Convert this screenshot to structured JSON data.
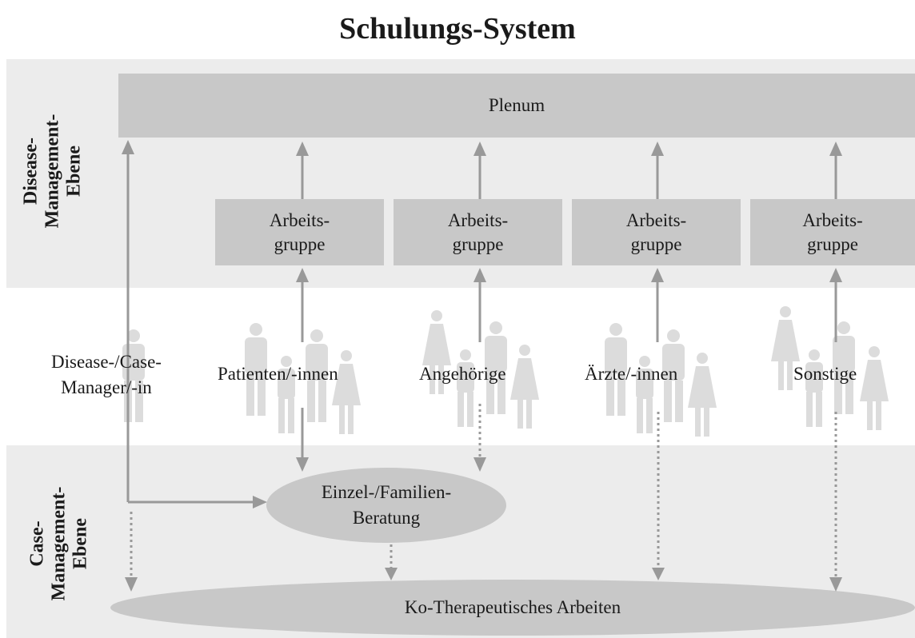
{
  "title": "Schulungs-System",
  "levels": {
    "top": [
      "Disease-",
      "Management-",
      "Ebene"
    ],
    "bottom": [
      "Case-",
      "Management-",
      "Ebene"
    ]
  },
  "plenum": "Plenum",
  "arbeitsgruppe": [
    "Arbeits-",
    "gruppe"
  ],
  "manager": [
    "Disease-/Case-",
    "Manager/-in"
  ],
  "groups": [
    "Patienten/-innen",
    "Angehörige",
    "Ärzte/-innen",
    "Sonstige"
  ],
  "beratung": [
    "Einzel-/Familien-",
    "Beratung"
  ],
  "ko": "Ko-Therapeutisches Arbeiten",
  "colors": {
    "band": "#ececec",
    "box": "#c8c8c8",
    "arrow": "#999999",
    "figure": "#dcdcdc"
  }
}
